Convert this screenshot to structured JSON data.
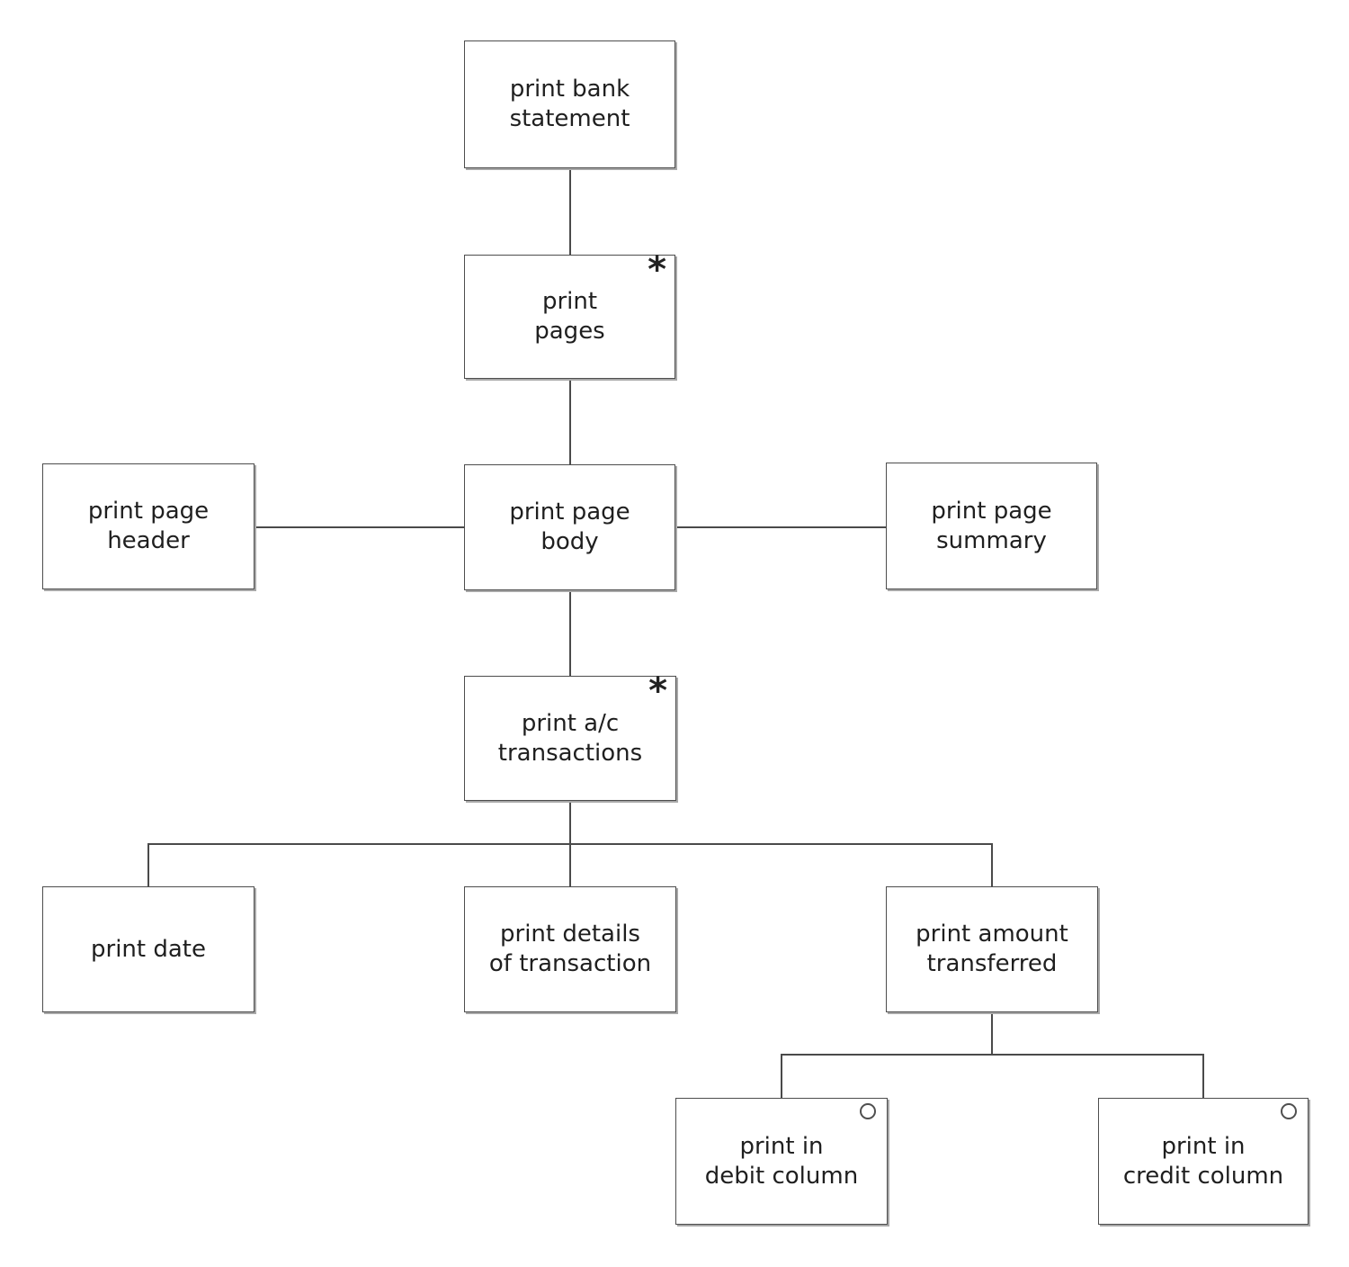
{
  "diagram": {
    "kind": "jsp-structure-diagram",
    "colors": {
      "background": "#ffffff",
      "box_fill": "#ffffff",
      "box_border": "#4d4d4d",
      "line": "#4a4a4a",
      "text": "#1f1f1f"
    },
    "markers": {
      "iteration": "*",
      "selection": "o"
    },
    "nodes": {
      "bank_statement": {
        "label": "print bank\nstatement"
      },
      "pages": {
        "label": "print\npages",
        "marker": "*"
      },
      "page_header": {
        "label": "print page\nheader"
      },
      "page_body": {
        "label": "print page\nbody"
      },
      "page_summary": {
        "label": "print page\nsummary"
      },
      "ac_transactions": {
        "label": "print a/c\ntransactions",
        "marker": "*"
      },
      "date": {
        "label": "print date"
      },
      "details": {
        "label": "print details\nof transaction"
      },
      "amount": {
        "label": "print amount\ntransferred"
      },
      "debit": {
        "label": "print in\ndebit column",
        "marker": "o"
      },
      "credit": {
        "label": "print in\ncredit column",
        "marker": "o"
      }
    }
  }
}
